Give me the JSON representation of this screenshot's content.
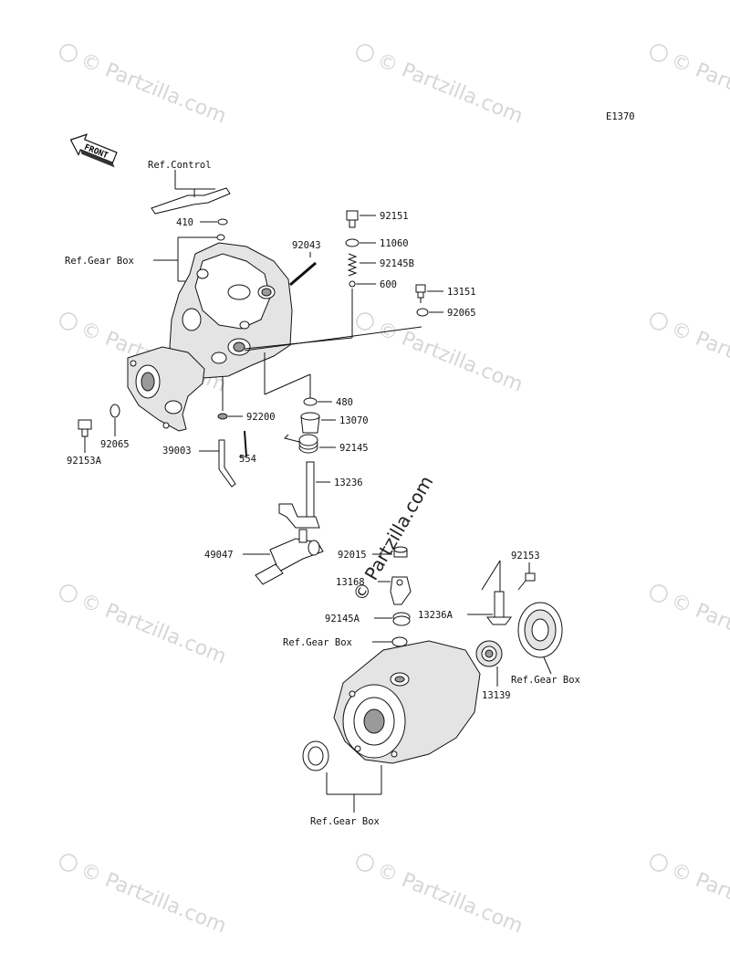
{
  "diagram_code": "E1370",
  "front_label": "FRONT",
  "watermark_text": "© Partzilla.com",
  "watermark_text_center": "© Partzilla.com",
  "labels": {
    "ref_control": "Ref.Control",
    "ref_gear_box_1": "Ref.Gear Box",
    "ref_gear_box_2": "Ref.Gear Box",
    "ref_gear_box_3": "Ref.Gear Box",
    "ref_gear_box_4": "Ref.Gear Box",
    "p410": "410",
    "p92043": "92043",
    "p92151": "92151",
    "p11060": "11060",
    "p92145B": "92145B",
    "p600": "600",
    "p13151": "13151",
    "p92065_r": "92065",
    "p480": "480",
    "p13070": "13070",
    "p92200": "92200",
    "p92145": "92145",
    "p39003": "39003",
    "p554": "554",
    "p13236": "13236",
    "p92065_l": "92065",
    "p92153A": "92153A",
    "p49047": "49047",
    "p92015": "92015",
    "p13168": "13168",
    "p92145A": "92145A",
    "p92153": "92153",
    "p13236A": "13236A",
    "p13139": "13139"
  }
}
